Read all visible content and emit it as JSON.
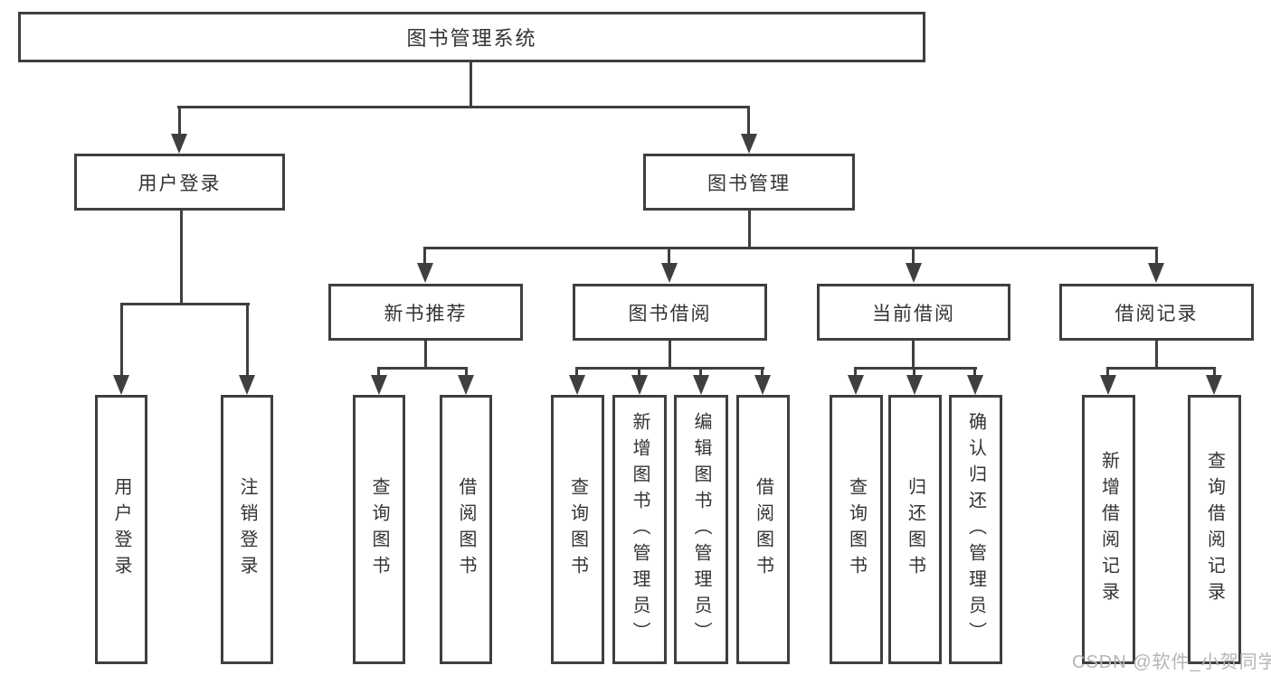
{
  "watermark": "CSDN @软件_小贺同学",
  "colors": {
    "line": "#3f3f42",
    "text": "#333333",
    "watermark": "#b5b5b5",
    "background": "#ffffff"
  },
  "nodes": {
    "root": "图书管理系统",
    "user_login": "用户登录",
    "book_mgmt": "图书管理",
    "new_book_rec": "新书推荐",
    "book_borrow": "图书借阅",
    "current_borrow": "当前借阅",
    "borrow_records": "借阅记录",
    "ul_user_login": "用户登录",
    "ul_logout": "注销登录",
    "nb_query_book": "查询图书",
    "nb_borrow_book": "借阅图书",
    "bb_query_book": "查询图书",
    "bb_add_book": "新增图书（管理员）",
    "bb_edit_book": "编辑图书（管理员）",
    "bb_borrow_book": "借阅图书",
    "cb_query_book": "查询图书",
    "cb_return_book": "归还图书",
    "cb_confirm_return": "确认归还（管理员）",
    "br_add_record": "新增借阅记录",
    "br_query_record": "查询借阅记录"
  },
  "hierarchy": {
    "图书管理系统": {
      "用户登录": [
        "用户登录",
        "注销登录"
      ],
      "图书管理": {
        "新书推荐": [
          "查询图书",
          "借阅图书"
        ],
        "图书借阅": [
          "查询图书",
          "新增图书（管理员）",
          "编辑图书（管理员）",
          "借阅图书"
        ],
        "当前借阅": [
          "查询图书",
          "归还图书",
          "确认归还（管理员）"
        ],
        "借阅记录": [
          "新增借阅记录",
          "查询借阅记录"
        ]
      }
    }
  }
}
